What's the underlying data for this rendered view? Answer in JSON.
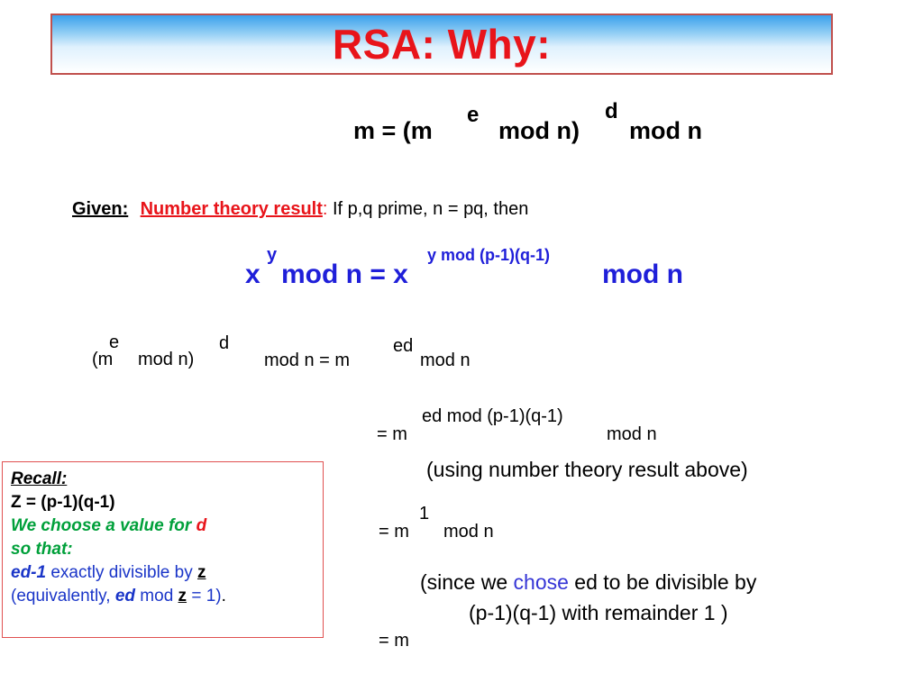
{
  "title": "RSA: Why:",
  "equation_top": {
    "lhs": "m  =  (m",
    "sup_e": "e",
    "mid": "mod  n)",
    "sup_d": "d",
    "rhs": "mod  n"
  },
  "given": {
    "label": "Given:",
    "result_label": "Number theory result",
    "colon": ":",
    "rest": " If p,q  prime, n = pq, then"
  },
  "theorem": {
    "x1": "x",
    "sup1": "y",
    "mid": "mod n = x",
    "sup2": "y mod (p-1)(q-1)",
    "end": "mod n"
  },
  "derivation": {
    "line1": {
      "open": "(m",
      "sup_e": "e",
      "mid": "mod  n)",
      "sup_d": "d",
      "rhs": "mod  n  =  m",
      "sup_ed": "ed",
      "end": "mod n"
    },
    "line2": {
      "lhs": "=  m",
      "sup": "ed  mod (p-1)(q-1)",
      "end": "mod n"
    },
    "note1": "(using number theory result above)",
    "line3": {
      "lhs": "=  m",
      "sup": "1",
      "end": "mod n"
    },
    "note2": {
      "a": "(since we ",
      "chose": "chose",
      "b": " ed to be divisible by",
      "line2": "(p-1)(q-1) with remainder 1 )"
    },
    "line4": "=  m"
  },
  "recall": {
    "title": "Recall:",
    "z_def": "Z = (p-1)(q-1)",
    "choose_a": "We choose a value for ",
    "choose_d": "d",
    "so_that": "so that:",
    "ed1": "ed-1",
    "exactly": " exactly divisible by ",
    "z1": "z",
    "equiv_a": "(equivalently, ",
    "ed2": "ed",
    "mod": " mod ",
    "z2": "z",
    "equiv_b": " = 1)",
    "period": "."
  },
  "colors": {
    "title_red": "#e8141a",
    "banner_border": "#c0504d",
    "theorem_blue": "#1f1fd9",
    "recall_green": "#00a03a",
    "recall_blue": "#1a35c8"
  }
}
